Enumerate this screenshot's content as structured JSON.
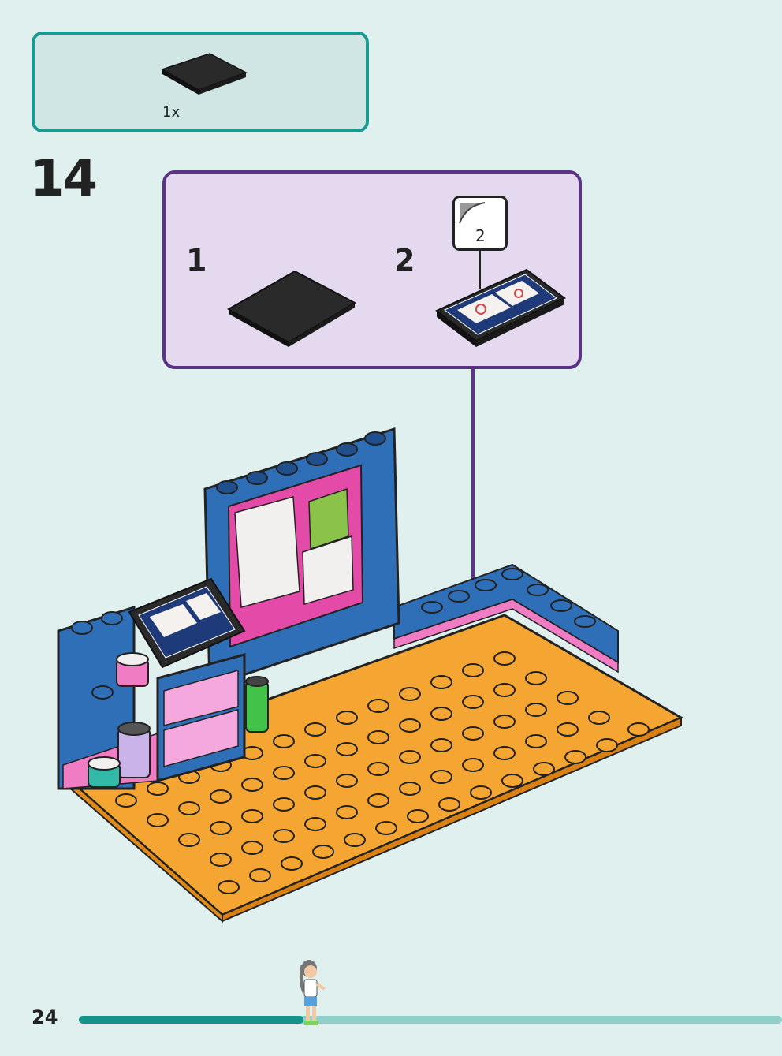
{
  "parts_list": {
    "items": [
      {
        "qty": "1x",
        "piece": "black-tile-2x4"
      }
    ]
  },
  "step": {
    "number": "14",
    "substeps": [
      {
        "label": "1",
        "piece": "black-tile-2x4"
      },
      {
        "label": "2",
        "piece": "tile-with-sticker",
        "sticker_number": "2"
      }
    ]
  },
  "footer": {
    "page_number": "24",
    "progress": 0.32
  },
  "colors": {
    "parts_border": "#1a9a93",
    "substep_border": "#5a3286",
    "baseplate": "#f5a531",
    "wall_blue": "#2e6fb8",
    "pink": "#f07cc4",
    "progress": "#159389"
  },
  "icons": [
    "sticker-icon",
    "arrow-icon",
    "minifigure-icon"
  ]
}
